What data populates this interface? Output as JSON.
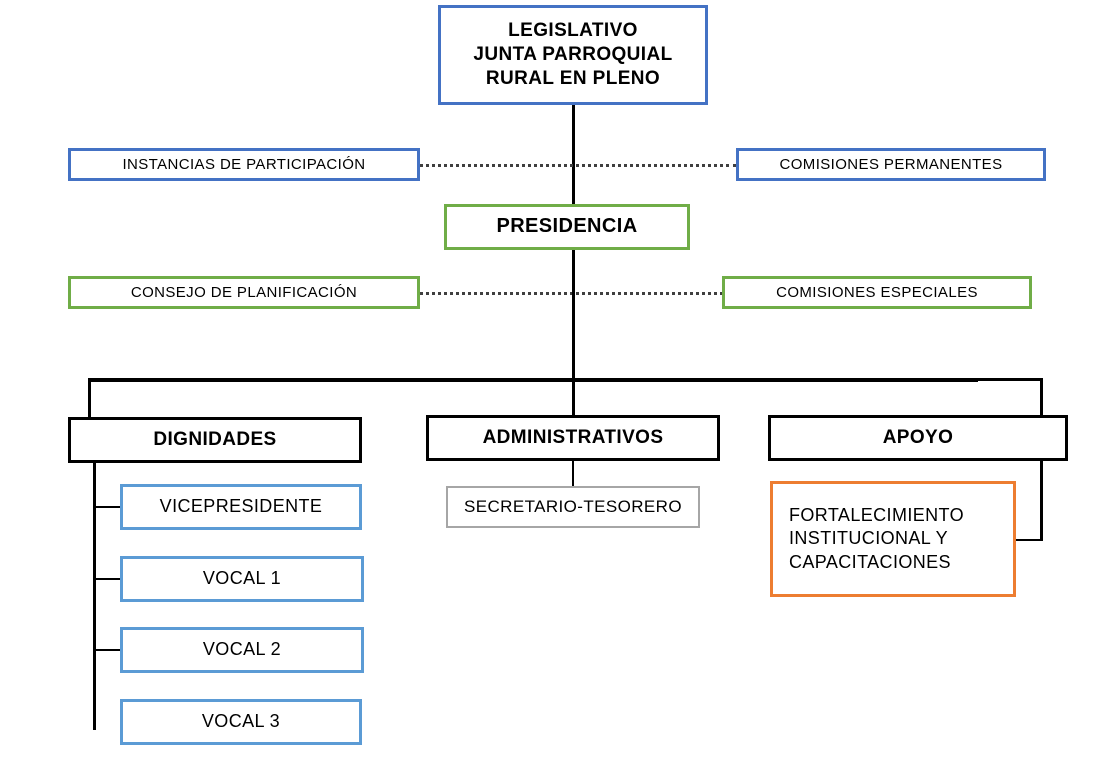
{
  "diagram": {
    "title": "Organigrama Junta Parroquial Rural",
    "type": "organizational-chart",
    "colors": {
      "blue": "#4472C4",
      "light_blue": "#5B9BD5",
      "green": "#70AD47",
      "black": "#000000",
      "gray": "#A6A6A6",
      "orange": "#ED7D31",
      "background": "#FFFFFF"
    },
    "nodes": {
      "legislativo": "LEGISLATIVO\nJUNTA PARROQUIAL\nRURAL EN PLENO",
      "instancias_participacion": "INSTANCIAS DE PARTICIPACIÓN",
      "comisiones_permanentes": "COMISIONES PERMANENTES",
      "presidencia": "PRESIDENCIA",
      "consejo_planificacion": "CONSEJO DE PLANIFICACIÓN",
      "comisiones_especiales": "COMISIONES ESPECIALES",
      "dignidades": "DIGNIDADES",
      "administrativos": "ADMINISTRATIVOS",
      "apoyo": "APOYO",
      "vicepresidente": "VICEPRESIDENTE",
      "vocal_1": "VOCAL 1",
      "vocal_2": "VOCAL 2",
      "vocal_3": "VOCAL 3",
      "secretario_tesorero": "SECRETARIO-TESORERO",
      "fortalecimiento": "FORTALECIMIENTO\nINSTITUCIONAL   Y\nCAPACITACIONES"
    }
  }
}
